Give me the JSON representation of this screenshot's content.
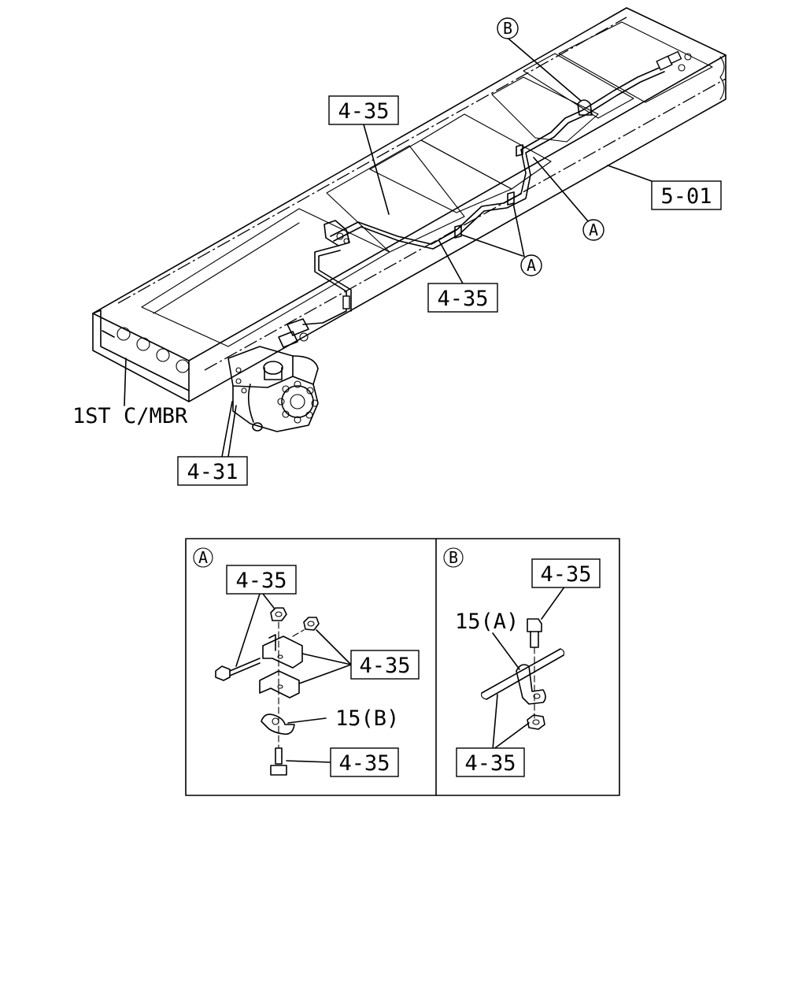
{
  "references": {
    "upper_4_35": "4-35",
    "middle_4_35": "4-35",
    "frame_5_01": "5-01",
    "cross_member_4_31": "4-31",
    "first_cross_member": "1ST C/MBR"
  },
  "callouts": {
    "a_top": "A",
    "a_lower": "A",
    "b_top": "B"
  },
  "detail_a": {
    "marker": "A",
    "ref_top": "4-35",
    "ref_right": "4-35",
    "part": "15(B)",
    "ref_bottom": "4-35"
  },
  "detail_b": {
    "marker": "B",
    "ref_top": "4-35",
    "part": "15(A)",
    "ref_bottom": "4-35"
  }
}
